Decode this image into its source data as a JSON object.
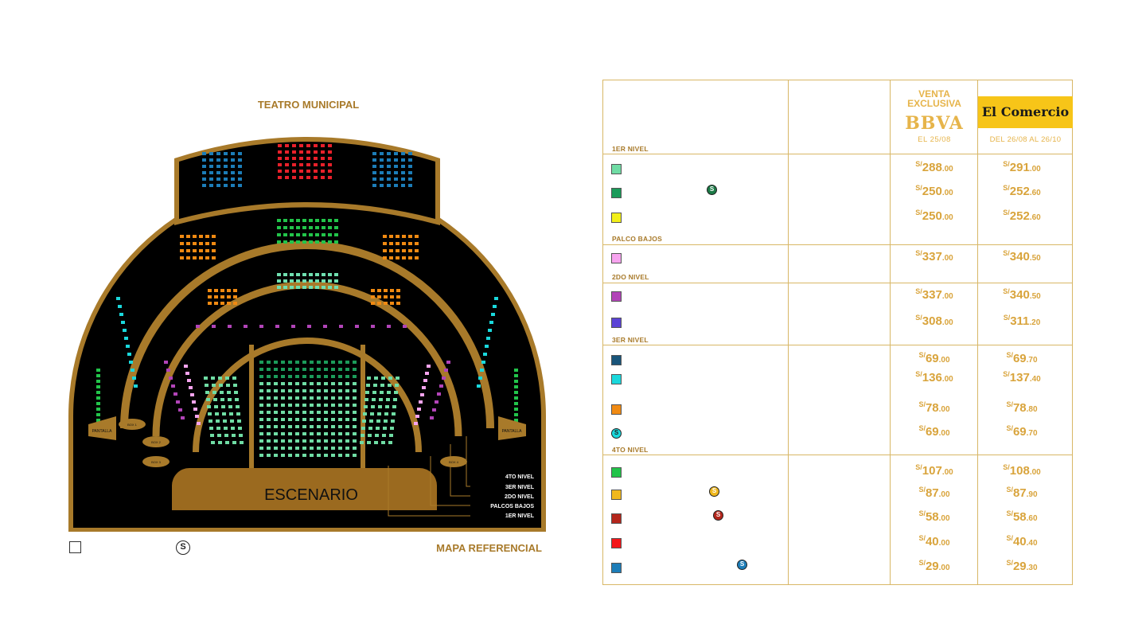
{
  "map": {
    "title": "TEATRO MUNICIPAL",
    "stage_label": "ESCENARIO",
    "screen_label": "PANTALLA",
    "box_labels": [
      "BOX 1",
      "BOX 2",
      "BOX 3",
      "BOX 4"
    ],
    "level_callouts": [
      "4TO NIVEL",
      "3ER NIVEL",
      "2DO NIVEL",
      "PALCOS BAJOS",
      "1ER NIVEL"
    ],
    "reference_label": "MAPA REFERENCIAL",
    "legend_coin_symbol": "S",
    "colors": {
      "frame": "#a87a2a",
      "background": "#000000",
      "stage": "#9b6a1f"
    }
  },
  "table": {
    "header": {
      "venta_exclusiva": "VENTA EXCLUSIVA",
      "bank": "BBVA",
      "bank_date": "EL 25/08",
      "sponsor_logo": "El Comercio",
      "sponsor_date": "DEL 26/08 AL 26/10"
    },
    "sections": [
      {
        "label": "1ER NIVEL",
        "rows": [
          {
            "color": "#6fdca4",
            "coin": false,
            "bbva": {
              "cur": "S/",
              "int": "288",
              "dec": ".00"
            },
            "general": {
              "cur": "S/",
              "int": "291",
              "dec": ".00"
            }
          },
          {
            "color": "#1b9b5a",
            "coin": true,
            "coin_color": "#1b7a46",
            "bbva": {
              "cur": "S/",
              "int": "250",
              "dec": ".00"
            },
            "general": {
              "cur": "S/",
              "int": "252",
              "dec": ".60"
            }
          },
          {
            "color": "#f2ef1a",
            "coin": false,
            "bbva": {
              "cur": "S/",
              "int": "250",
              "dec": ".00"
            },
            "general": {
              "cur": "S/",
              "int": "252",
              "dec": ".60"
            }
          }
        ]
      },
      {
        "label": "PALCO BAJOS",
        "rows": [
          {
            "color": "#f7a4ef",
            "coin": false,
            "bbva": {
              "cur": "S/",
              "int": "337",
              "dec": ".00"
            },
            "general": {
              "cur": "S/",
              "int": "340",
              "dec": ".50"
            }
          }
        ]
      },
      {
        "label": "2DO NIVEL",
        "rows": [
          {
            "color": "#b244b8",
            "coin": false,
            "bbva": {
              "cur": "S/",
              "int": "337",
              "dec": ".00"
            },
            "general": {
              "cur": "S/",
              "int": "340",
              "dec": ".50"
            }
          },
          {
            "color": "#5b43d6",
            "coin": false,
            "bbva": {
              "cur": "S/",
              "int": "308",
              "dec": ".00"
            },
            "general": {
              "cur": "S/",
              "int": "311",
              "dec": ".20"
            }
          }
        ]
      },
      {
        "label": "3ER NIVEL",
        "rows": [
          {
            "color": "#19557a",
            "coin": false,
            "bbva": {
              "cur": "S/",
              "int": "69",
              "dec": ".00"
            },
            "general": {
              "cur": "S/",
              "int": "69",
              "dec": ".70"
            }
          },
          {
            "color": "#1ad8dc",
            "coin": false,
            "bbva": {
              "cur": "S/",
              "int": "136",
              "dec": ".00"
            },
            "general": {
              "cur": "S/",
              "int": "137",
              "dec": ".40"
            }
          },
          {
            "color": "#f08a12",
            "coin": false,
            "bbva": {
              "cur": "S/",
              "int": "78",
              "dec": ".00"
            },
            "general": {
              "cur": "S/",
              "int": "78",
              "dec": ".80"
            }
          },
          {
            "color": "#1ad8dc",
            "coin_swatch": true,
            "coin": false,
            "bbva": {
              "cur": "S/",
              "int": "69",
              "dec": ".00"
            },
            "general": {
              "cur": "S/",
              "int": "69",
              "dec": ".70"
            }
          }
        ]
      },
      {
        "label": "4TO NIVEL",
        "rows": [
          {
            "color": "#22c44a",
            "coin": false,
            "bbva": {
              "cur": "S/",
              "int": "107",
              "dec": ".00"
            },
            "general": {
              "cur": "S/",
              "int": "108",
              "dec": ".00"
            }
          },
          {
            "color": "#f0b81e",
            "coin": true,
            "coin_color": "#f0b81e",
            "bbva": {
              "cur": "S/",
              "int": "87",
              "dec": ".00"
            },
            "general": {
              "cur": "S/",
              "int": "87",
              "dec": ".90"
            }
          },
          {
            "color": "#b4261c",
            "coin": true,
            "coin_color": "#b4261c",
            "bbva": {
              "cur": "S/",
              "int": "58",
              "dec": ".00"
            },
            "general": {
              "cur": "S/",
              "int": "58",
              "dec": ".60"
            }
          },
          {
            "color": "#f4161a",
            "coin": false,
            "bbva": {
              "cur": "S/",
              "int": "40",
              "dec": ".00"
            },
            "general": {
              "cur": "S/",
              "int": "40",
              "dec": ".40"
            }
          },
          {
            "color": "#1c7db8",
            "coin": true,
            "coin_color": "#1c7db8",
            "bbva": {
              "cur": "S/",
              "int": "29",
              "dec": ".00"
            },
            "general": {
              "cur": "S/",
              "int": "29",
              "dec": ".30"
            }
          }
        ]
      }
    ]
  }
}
